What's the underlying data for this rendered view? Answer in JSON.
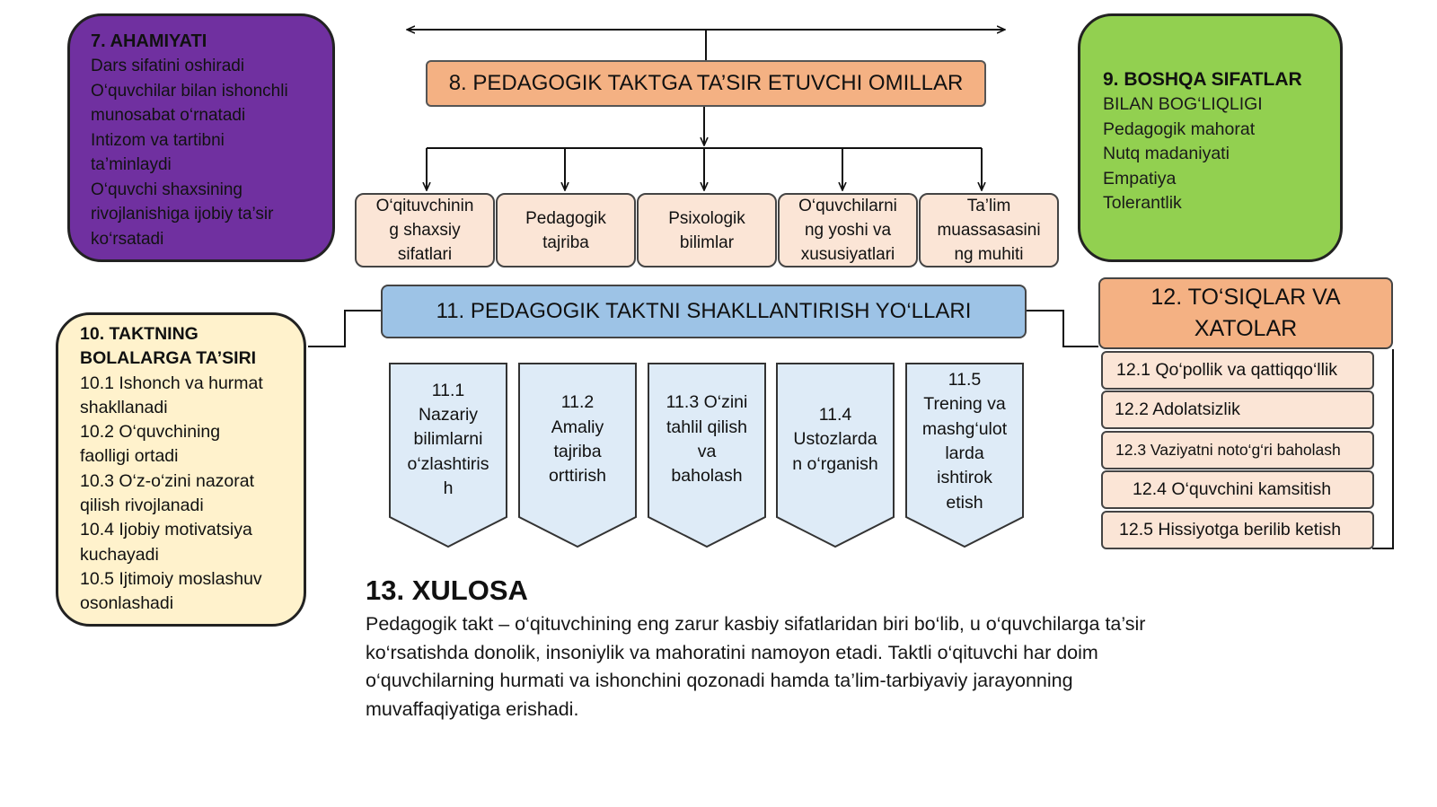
{
  "ahamiyati": {
    "title": "7. AHAMIYATI",
    "lines": [
      "Dars sifatini oshiradi",
      "O‘quvchilar bilan ishonchli",
      "munosabat o‘rnatadi",
      "Intizom va tartibni",
      "ta’minlaydi",
      "O‘quvchi shaxsining",
      "rivojlanishiga ijobiy ta’sir",
      "ko‘rsatadi"
    ]
  },
  "omillar": {
    "title": "8. PEDAGOGIK TAKTGA TA’SIR ETUVCHI OMILLAR",
    "factors": [
      [
        "O‘qituvchinin",
        "g shaxsiy",
        "sifatlari"
      ],
      [
        "Pedagogik",
        "tajriba"
      ],
      [
        "Psixologik",
        "bilimlar"
      ],
      [
        "O‘quvchilarni",
        "ng yoshi va",
        "xususiyatlari"
      ],
      [
        "Ta’lim",
        "muassasasini",
        "ng muhiti"
      ]
    ]
  },
  "boshqa": {
    "title": "9. BOSHQA SIFATLAR",
    "lines": [
      "BILAN BOG‘LIQLIGI",
      "Pedagogik mahorat",
      "Nutq madaniyati",
      "Empatiya",
      "Tolerantlik"
    ]
  },
  "tasiri": {
    "title_lines": [
      "10. TAKTNING",
      "BOLALARGA TA’SIRI"
    ],
    "lines": [
      "10.1 Ishonch va hurmat",
      "shakllanadi",
      "10.2 O‘quvchining",
      "faolligi ortadi",
      "10.3 O‘z-o‘zini nazorat",
      "qilish rivojlanadi",
      "10.4 Ijobiy motivatsiya",
      "kuchayadi",
      "10.5 Ijtimoiy moslashuv",
      "osonlashadi"
    ]
  },
  "yollar": {
    "title": "11. PEDAGOGIK TAKTNI SHAKLLANTIRISH YO‘LLARI",
    "items": [
      [
        "11.1",
        "Nazariy",
        "bilimlarni",
        "o‘zlashtiris",
        "h"
      ],
      [
        "11.2",
        "Amaliy",
        "tajriba",
        "orttirish"
      ],
      [
        "11.3 O‘zini",
        "tahlil qilish",
        "va",
        "baholash"
      ],
      [
        "11.4",
        "Ustozlarda",
        "n o‘rganish"
      ],
      [
        "11.5",
        "Trening va",
        "mashg‘ulot",
        "larda",
        "ishtirok",
        "etish"
      ]
    ]
  },
  "xatolar": {
    "title_lines": [
      "12. TO‘SIQLAR VA",
      "XATOLAR"
    ],
    "items": [
      "12.1 Qo‘pollik va qattiqqo‘llik",
      "12.2 Adolatsizlik",
      "12.3 Vaziyatni noto‘g‘ri baholash",
      "12.4 O‘quvchini kamsitish",
      "12.5 Hissiyotga berilib ketish"
    ]
  },
  "xulosa": {
    "title": "13. XULOSA",
    "text": "Pedagogik takt – o‘qituvchining eng zarur kasbiy sifatlaridan biri bo‘lib, u o‘quvchilarga ta’sir ko‘rsatishda donolik, insoniylik va mahoratini namoyon etadi. Taktli o‘qituvchi har doim o‘quvchilarning hurmati va ishonchini qozonadi hamda ta’lim-tarbiyaviy jarayonning muvaffaqiyatiga erishadi."
  },
  "colors": {
    "ahamiyati": "#7030a0",
    "boshqa": "#92d050",
    "tasiri": "#fff2cc",
    "orange": "#f4b183",
    "peach": "#fbe5d6",
    "blue": "#9dc3e6",
    "pentagon": "#deebf7"
  }
}
